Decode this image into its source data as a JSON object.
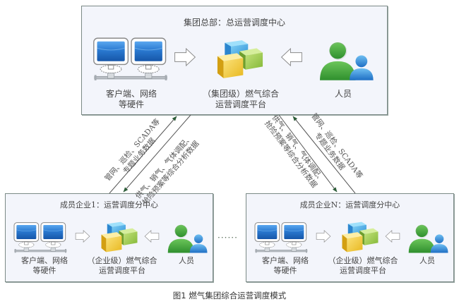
{
  "figure": {
    "caption": "图1  燃气集团综合运营调度模式",
    "ellipsis": "······"
  },
  "hq": {
    "title": "集团总部：总运营调度中心",
    "hardware_label_1": "客户端、网络",
    "hardware_label_2": "等硬件",
    "platform_label_1": "（集团级）燃气综合",
    "platform_label_2": "运营调度平台",
    "people_label": "人员"
  },
  "member1": {
    "title": "成员企业1：运营调度分中心",
    "hardware_label_1": "客户端、网络",
    "hardware_label_2": "等硬件",
    "platform_label_1": "（企业级）燃气综合",
    "platform_label_2": "运营调度平台",
    "people_label": "人员"
  },
  "memberN": {
    "title": "成员企业N：运营调度分中心",
    "hardware_label_1": "客户端、网络",
    "hardware_label_2": "等硬件",
    "platform_label_1": "（企业级）燃气综合",
    "platform_label_2": "运营调度平台",
    "people_label": "人员"
  },
  "flows": {
    "upward_line1": "管网、巡检、SCADA等",
    "upward_line2": "专题业务数据",
    "downward_line1": "供气、销气、气体调配、",
    "downward_line2": "抢险预案等综合分析数据"
  },
  "colors": {
    "box_fill": "#f3f5fb",
    "box_border": "#7b8a86",
    "arrow_green": "#2e5e3a",
    "cube_blue": "#3aa0de",
    "cube_green": "#9acb48",
    "cube_yellow": "#f3cd3c",
    "person_green": "#43a43c",
    "person_blue": "#2f8fd6",
    "screen_blue": "#1f6fc4"
  }
}
